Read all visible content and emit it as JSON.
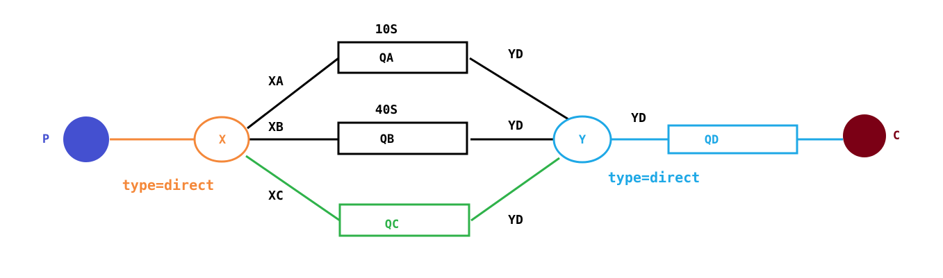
{
  "colors": {
    "producer": "#4450d0",
    "exchange_x": "#f4883a",
    "exchange_y": "#1ea8e6",
    "queue_qc": "#2fb24a",
    "consumer": "#7b0015",
    "line_black": "#000000"
  },
  "producer": {
    "label": "P"
  },
  "consumer": {
    "label": "C"
  },
  "exchange_x": {
    "label": "X",
    "type_text": "type=direct"
  },
  "exchange_y": {
    "label": "Y",
    "type_text": "type=direct"
  },
  "queues": {
    "qa": {
      "label": "QA",
      "ttl": "10S"
    },
    "qb": {
      "label": "QB",
      "ttl": "40S"
    },
    "qc": {
      "label": "QC"
    },
    "qd": {
      "label": "QD"
    }
  },
  "routing_keys": {
    "xa": "XA",
    "xb": "XB",
    "xc": "XC",
    "yd_qa": "YD",
    "yd_qb": "YD",
    "yd_qc": "YD",
    "yd_y_qd": "YD"
  }
}
